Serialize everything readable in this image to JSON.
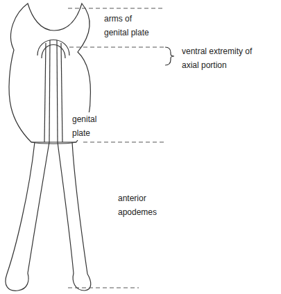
{
  "diagram": {
    "labels": [
      "arms of genital plate",
      "ventral extremity of axial portion",
      "genital plate",
      "anterior apodemes"
    ]
  }
}
